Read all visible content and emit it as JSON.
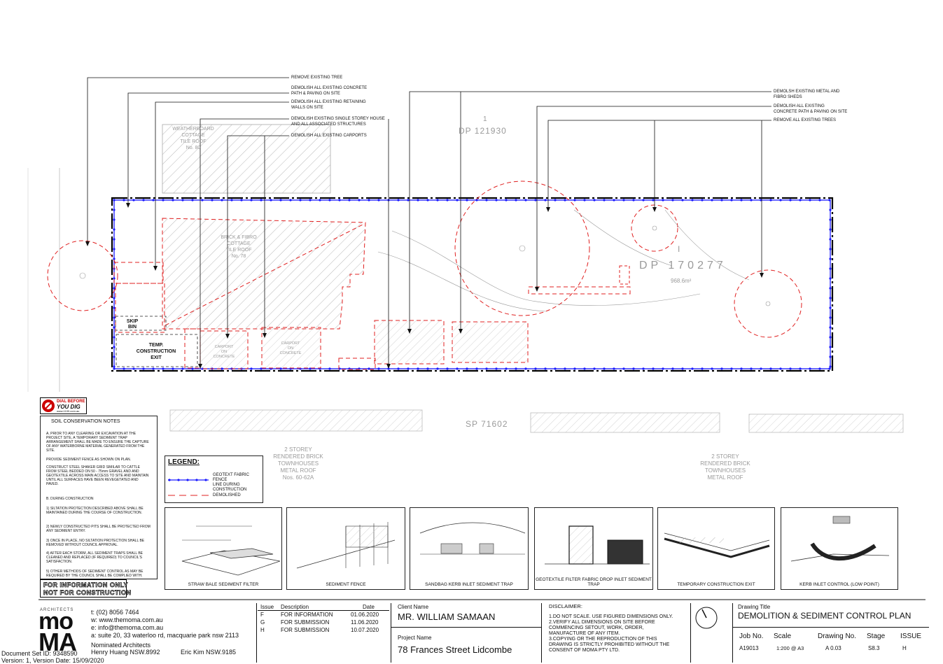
{
  "callouts_left": [
    "REMOVE EXISTING TREE",
    "DEMOLISH ALL EXISTING CONCRETE",
    "PATH & PAVING ON SITE",
    "DEMOLISH ALL EXISTING RETAINING",
    "WALLS ON SITE",
    "DEMOLISH EXISTING SINGLE STOREY HOUSE",
    "AND ALL ASSOCIATED STRUCTURES",
    "DEMOLISH ALL EXISTING CARPORTS"
  ],
  "callouts_right": [
    "DEMOLSH EXISTING METAL AND",
    "FIBRO SHEDS",
    "DEMOLISH ALL EXISTING",
    "CONCRETE PATH & PAVING ON SITE",
    "REMOVE ALL EXISTING TREES"
  ],
  "plan": {
    "lot1": "1",
    "dp121930": "DP 121930",
    "dp170277": "DP 170277",
    "lot_i": "I",
    "area": "968.6m²",
    "sp71602": "SP 71602",
    "cottage_top": [
      "WEATHERBOARD",
      "COTTAGE",
      "TILE ROOF",
      "No. 80"
    ],
    "cottage_main": [
      "BRICK & FIBRO",
      "COTTAGE",
      "TILE ROOF",
      "No. 78"
    ],
    "town_left": [
      "2 STOREY",
      "RENDERED BRICK",
      "TOWNHOUSES",
      "METAL ROOF",
      "Nos. 60-62A"
    ],
    "town_right": [
      "2 STOREY",
      "RENDERED BRICK",
      "TOWNHOUSES",
      "METAL ROOF"
    ],
    "carport1": [
      "CARPORT",
      "ON",
      "CONCRETE"
    ],
    "carport2": [
      "CARPORT",
      "ON",
      "CONCRETE"
    ],
    "skip_bin": [
      "SKIP",
      "BIN"
    ],
    "temp_exit": [
      "TEMP.",
      "CONSTRUCTION",
      "EXIT"
    ]
  },
  "dial": {
    "line1": "DIAL BEFORE",
    "line2": "YOU DIG",
    "line3": "www.1100.com.au"
  },
  "soil_notes": {
    "title": "SOIL CONSERVATION NOTES",
    "a": "A. PRIOR TO ANY CLEARING OR EXCAVATION AT THE PROJECT SITE, A TEMPORARY SEDIMENT TRAP ARRANGEMENT SHALL BE MADE TO ENSURE THE CAPTURE OF ANY WATERBORNE MATERIAL GENERATED FROM THE SITE.",
    "a2": "PROVIDE SEDIMENT FENCE AS SHOWN ON PLAN.",
    "a3": "CONSTRUCT STEEL SHAKER GRID SIMILAR TO CATTLE FROM STEEL BEDDED ON 50 - 75mm GRAVEL AND AND GEOTEXTILE ACROSS MAIN ACCESS TO SITE AND MAINTAIN UNTIL ALL SURFACES HAVE BEEN REVEGETATED AND PAVED.",
    "b": "B. DURING CONSTRUCTION",
    "b1": "1) SILTATION PROTECTION DESCRIBED ABOVE SHALL BE MAINTAINED DURING THE COURSE OF CONSTRUCTION.",
    "b2": "2) NEWLY CONSTRUCTED PITS SHALL BE PROTECTED FROM ANY SEDIMENT ENTRY.",
    "b3": "3) ONCE IN PLACE, NO SILTATION PROTECTION SHALL BE REMOVED WITHOUT COUNCIL APPROVAL.",
    "b4": "4) AFTER EACH STORM, ALL SEDIMENT TRAPS SHALL BE CLEANED AND REPLACED (IF REQUIRED) TO COUNCIL'S SATISFACTION.",
    "b5": "5) OTHER METHODS OF SEDIMENT CONTROL AS MAY BE REQUIRED BY THE COUNCIL SHALL BE COMPLIED WITH."
  },
  "legend": {
    "title": "LEGEND:",
    "fence": [
      "GEOTEXT FABRIC FENCE",
      "LINE DURING",
      "CONSTRUCTION"
    ],
    "demolished": "DEMOLISHED"
  },
  "details": [
    "STRAW BALE SEDIMENT FILTER",
    "SEDIMENT FENCE",
    "SANDBAG KERB INLET SEDIMENT TRAP",
    "GEOTEXTILE FILTER FABRIC DROP INLET SEDIMENT TRAP",
    "TEMPORARY CONSTRUCTION EXIT",
    "KERB INLET CONTROL (LOW POINT)"
  ],
  "stamp": {
    "line1": "FOR INFORMATION ONLY",
    "line2": "NOT FOR CONSTRUCTION"
  },
  "firm": {
    "architects": "ARCHITECTS",
    "logo_top": "mo",
    "logo_bottom": "MA",
    "phone": "t:  (02) 8056 7464",
    "web": "w:  www.themoma.com.au",
    "email": "e:  info@themoma.com.au",
    "address": "a:  suite 20, 33 waterloo rd, macquarie park nsw 2113",
    "nominated": "Nominated Architects",
    "arch1": "Henry Huang  NSW.8992",
    "arch2": "Eric Kim  NSW.9185"
  },
  "doc_meta": {
    "line1": "Document Set ID: 9348590",
    "line2": "Version: 1, Version Date: 15/09/2020"
  },
  "issues": {
    "headers": [
      "Issue",
      "Description",
      "Date"
    ],
    "rows": [
      [
        "F",
        "FOR INFORMATION",
        "01.06.2020"
      ],
      [
        "G",
        "FOR SUBMISSION",
        "11.06.2020"
      ],
      [
        "H",
        "FOR SUBMISSION",
        "10.07.2020"
      ]
    ]
  },
  "client": {
    "label": "Client Name",
    "value": "MR. WILLIAM SAMAAN"
  },
  "project": {
    "label": "Project Name",
    "value": "78 Frances Street Lidcombe"
  },
  "disclaimer": {
    "title": "DISCLAIMER:",
    "lines": [
      "1.DO NOT SCALE. USE FIGURED DIMENSIONS ONLY.",
      "2.VERIFY ALL DIMENSIONS ON SITE BEFORE",
      "COMMENCING SETOUT, WORK, ORDER,",
      "MANUFACTURE OF ANY ITEM.",
      "3.COPYING OR THE REPRODUCTION OF THIS",
      "DRAWING IS STRICTLY PROHIBITED WITHOUT THE",
      "CONSENT OF MOMA PTY LTD."
    ]
  },
  "drawing": {
    "title_label": "Drawing Title",
    "title": "DEMOLITION & SEDIMENT CONTROL PLAN",
    "job_label": "Job No.",
    "job": "A19013",
    "scale_label": "Scale",
    "scale": "1:200 @ A3",
    "dwg_label": "Drawing No.",
    "dwg": "A 0.03",
    "stage_label": "Stage",
    "stage": "S8.3",
    "issue_label": "ISSUE",
    "issue": "H"
  },
  "colors": {
    "fence": "#1a1aff",
    "demolish": "#e02020",
    "boundary": "#000000"
  }
}
